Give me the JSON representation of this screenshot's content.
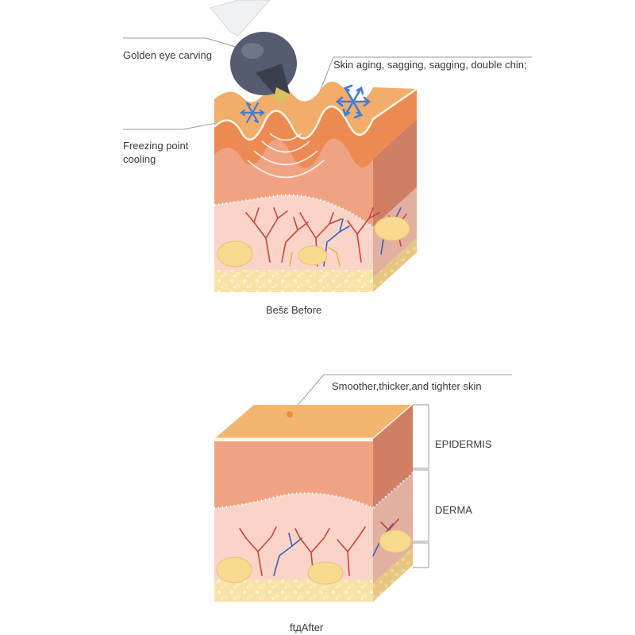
{
  "before": {
    "device_label": "Golden eye carving",
    "problem_label": "Skin aging, sagging, sagging, double chin;",
    "cooling_label_line1": "Freezing point",
    "cooling_label_line2": "cooling",
    "caption": "Bešɛ Before"
  },
  "after": {
    "result_label": "Smoother,thicker,and tighter skin",
    "layer_epidermis": "EPIDERMIS",
    "layer_derma": "DERMA",
    "caption": "ftдAfter"
  },
  "colors": {
    "surface": "#f2ad6a",
    "epidermis": "#f0a383",
    "epidermis_side": "#cf7f64",
    "dermis": "#fad4c8",
    "dermis_side": "#e2b0a0",
    "fat": "#f9e2a6",
    "fat_side": "#e3c27b",
    "vessel_red": "#c9443a",
    "vessel_blue": "#3c5fc0",
    "snowflake": "#3d7fd6",
    "device": "#565c70"
  },
  "icons": [
    "snowflake-icon",
    "ultrasound-wave-icon",
    "device-probe-icon"
  ]
}
